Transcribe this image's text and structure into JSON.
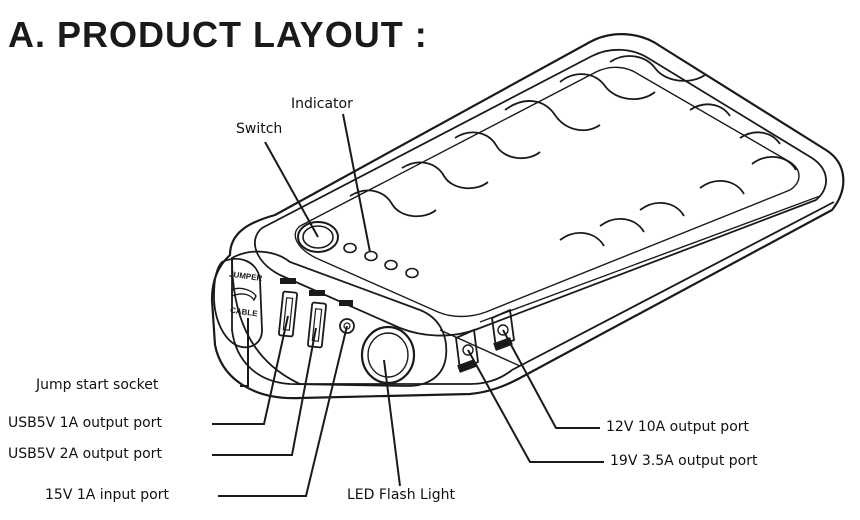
{
  "title": "A. PRODUCT LAYOUT :",
  "labels": {
    "indicator": "Indicator",
    "switch": "Switch",
    "jump_start_socket": "Jump start socket",
    "usb5v_1a_port": "USB5V 1A output port",
    "usb5v_2a_port": "USB5V 2A output port",
    "input_port_15v": "15V 1A input port",
    "led_flash_light": "LED Flash Light",
    "port_12v_10a": "12V 10A output port",
    "port_19v_3_5a": "19V 3.5A output port"
  },
  "socket_labels": {
    "top": "JUMPER",
    "bottom": "CABLE"
  }
}
